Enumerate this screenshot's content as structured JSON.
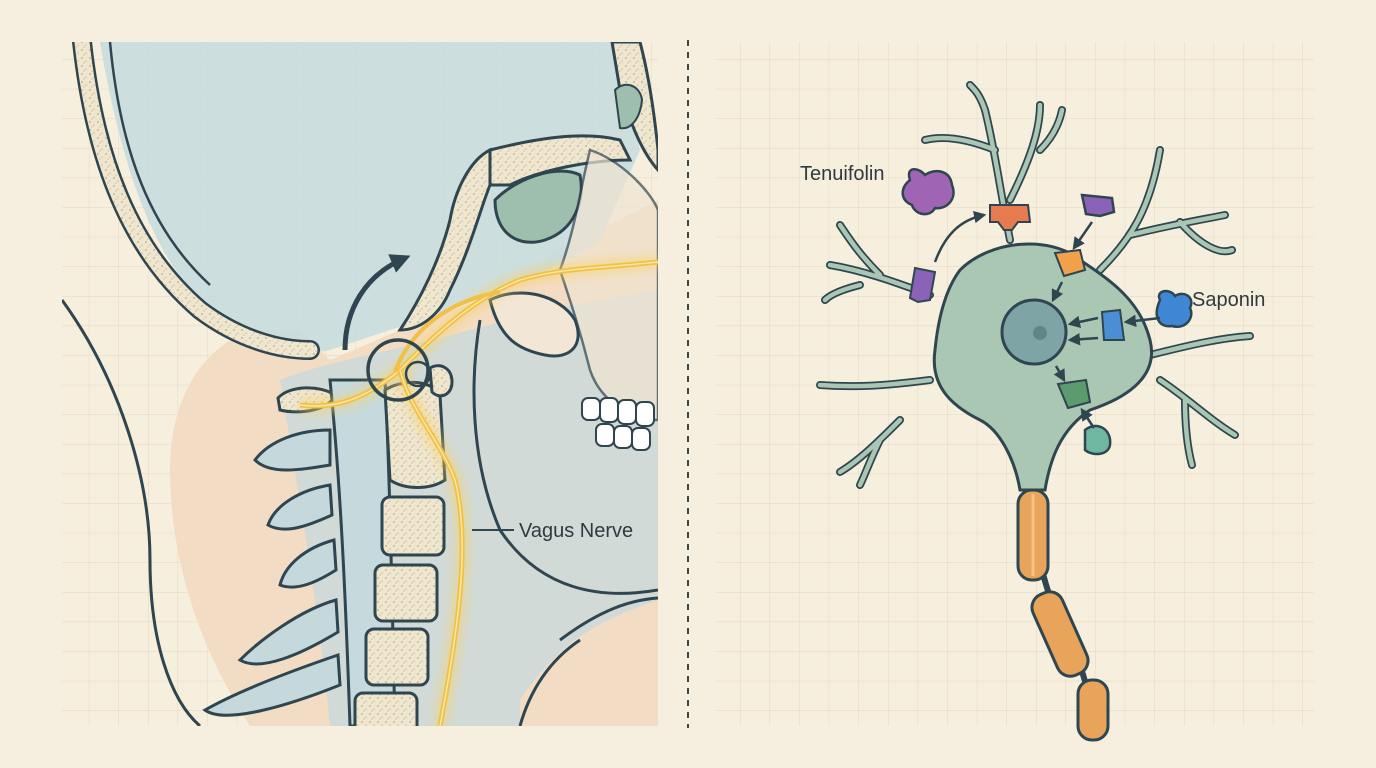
{
  "left_panel": {
    "nerve_label": "Vagus Nerve"
  },
  "right_panel": {
    "molecule_labels": {
      "tenuifolin": "Tenuifolin",
      "saponin": "Saponin"
    }
  },
  "colors": {
    "background": "#f6efdf",
    "grid": "#e6dcc8",
    "skin": "#f3dcc4",
    "soft_tissue_blue": "#c9dde0",
    "bone": "#eee6d2",
    "outline": "#2f4650",
    "nerve": "#f5c64a",
    "neuron_body": "#a9c7b3",
    "myelin": "#e8a45a",
    "tenuifolin": "#a064b4",
    "saponin": "#3f86d4",
    "receptor_orange": "#e57b4e",
    "receptor_purple": "#8a62b8",
    "receptor_amber": "#f0a14a",
    "receptor_blue": "#4a8fd6",
    "receptor_green": "#5b9b6d",
    "ligand_teal": "#6fb7a0"
  }
}
